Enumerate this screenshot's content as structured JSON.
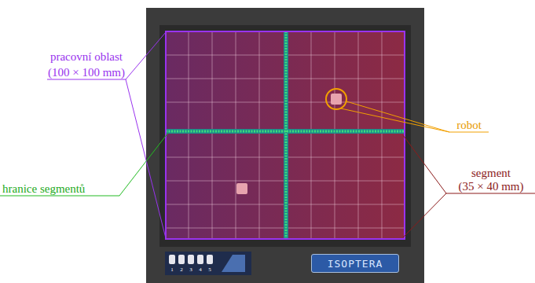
{
  "diagram": {
    "nodes": [
      {
        "text": [
          "ISOPTERA"
        ]
      }
    ],
    "labels": [
      "pracovní oblast",
      "(100 × 100 mm)",
      "hranice segmentů",
      "robot",
      "segment",
      "(35 × 40 mm)",
      "1",
      "2",
      "3",
      "4",
      "5"
    ]
  }
}
